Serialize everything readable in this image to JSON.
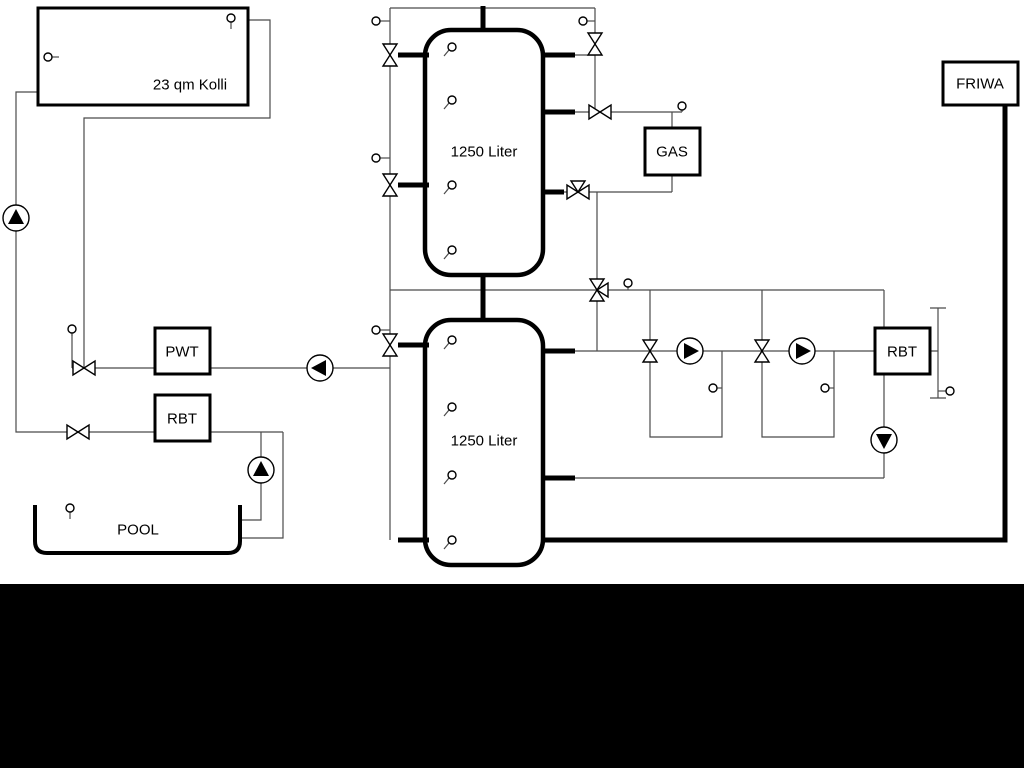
{
  "colors": {
    "background": "#ffffff",
    "line": "#000000",
    "pipe": "#4b4b4b",
    "bottom_bar": "#000000"
  },
  "labels": {
    "collector": "23 qm Kolli",
    "tank_upper": "1250 Liter",
    "tank_lower": "1250 Liter",
    "gas_boiler": "GAS",
    "friwa": "FRIWA",
    "pwt": "PWT",
    "rbt_left": "RBT",
    "rbt_right": "RBT",
    "pool": "POOL"
  }
}
